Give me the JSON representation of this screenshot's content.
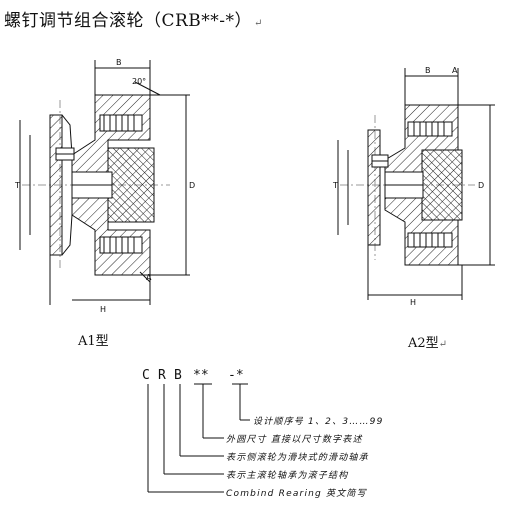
{
  "title": "螺钉调节组合滚轮（CRB**-*）",
  "title_mark": "↵",
  "figure_a1": {
    "caption": "A1型",
    "labels": {
      "B": "B",
      "angle": "20°",
      "A": "A",
      "T": "T",
      "D": "D",
      "H": "H"
    }
  },
  "figure_a2": {
    "caption": "A2型",
    "caption_mark": "↵",
    "labels": {
      "B": "B",
      "A": "A",
      "T": "T",
      "D": "D",
      "H": "H"
    }
  },
  "code_parts": [
    "C",
    "R",
    "B",
    "**",
    "-*"
  ],
  "legend": [
    "设计顺序号 1、2、3……99",
    "外圆尺寸 直接以尺寸数字表述",
    "表示侧滚轮为滑块式的滑动轴承",
    "表示主滚轮轴承为滚子结构",
    "Combind Rearing 英文简写"
  ]
}
